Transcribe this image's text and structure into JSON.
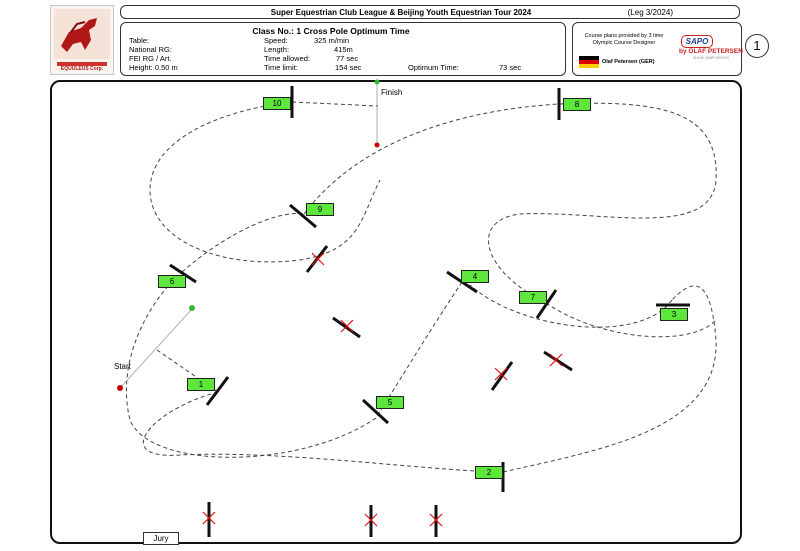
{
  "header": {
    "title": "Super Equestrian Club League & Beijing Youth Equestrian Tour 2024",
    "leg": "(Leg 3/2024)"
  },
  "logo": {
    "name": "EQUULEUS Corp."
  },
  "class_info": {
    "class_line": "Class No.: 1    Cross Pole    Optimum Time",
    "table_label": "Table:",
    "national_rg_label": "National RG:",
    "fei_rg_label": "FEI RG / Art.",
    "height": "Height: 0.50 m",
    "speed_label": "Speed:",
    "speed_value": "325 m/min",
    "length_label": "Length:",
    "length_value": "415m",
    "time_allowed_label": "Time allowed:",
    "time_allowed_value": "77 sec",
    "time_limit_label": "Time limit:",
    "time_limit_value": "154 sec",
    "optimum_label": "Optimum Time:",
    "optimum_value": "73 sec"
  },
  "designer": {
    "provided_by": "Course plans provided by 3 time",
    "designer_title": "Olympic Course Designer",
    "sapo": "SAPO",
    "brand": "by OLAF PETERSEN",
    "sub": "SHOW JUMP DESIGN",
    "name": "Olaf Petersen (GER)"
  },
  "course_number": "1",
  "arena": {
    "start_label": "Start",
    "finish_label": "Finish",
    "jury_label": "Jury",
    "obstacles": [
      {
        "number": "1"
      },
      {
        "number": "2"
      },
      {
        "number": "3"
      },
      {
        "number": "4"
      },
      {
        "number": "5"
      },
      {
        "number": "6"
      },
      {
        "number": "7"
      },
      {
        "number": "8"
      },
      {
        "number": "9"
      },
      {
        "number": "10"
      }
    ]
  },
  "colors": {
    "number_fill": "#5ee63c",
    "path": "#444444",
    "flag_red": "#e01010",
    "logo_red": "#b01818"
  }
}
